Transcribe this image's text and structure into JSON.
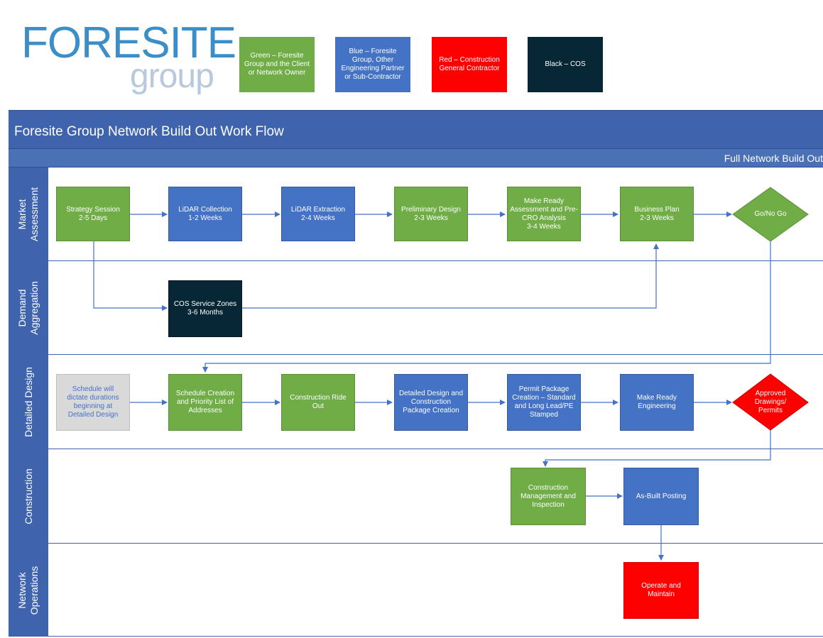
{
  "logo": {
    "main": "FORESITE",
    "sub": "group"
  },
  "legend": [
    {
      "label": "Green – Foresite Group and the Client or Network Owner",
      "color": "#70ad47"
    },
    {
      "label": "Blue – Foresite Group, Other Engineering Partner or Sub-Contractor",
      "color": "#4472c4"
    },
    {
      "label": "Red – Construction General Contractor",
      "color": "#ff0000"
    },
    {
      "label": "Black – COS",
      "color": "#082736"
    }
  ],
  "header": {
    "title": "Foresite Group Network Build Out Work Flow",
    "phase": "Full Network Build Out"
  },
  "lanes": [
    {
      "label": "Market\nAssessment"
    },
    {
      "label": "Demand\nAggregation"
    },
    {
      "label": "Detailed Design"
    },
    {
      "label": "Construction"
    },
    {
      "label": "Network\nOperations"
    }
  ],
  "steps": {
    "strategy": "Strategy Session\n2-5 Days",
    "lidar_collection": "LiDAR Collection\n1-2 Weeks",
    "lidar_extraction": "LiDAR Extraction\n2-4 Weeks",
    "preliminary_design": "Preliminary Design\n2-3 Weeks",
    "make_ready_assessment": "Make Ready\nAssessment and Pre-\nCRO Analysis\n3-4 Weeks",
    "business_plan": "Business Plan\n2-3 Weeks",
    "go_no_go": "Go/No Go",
    "cos_service_zones": "COS Service Zones\n3-6 Months",
    "schedule_note": "Schedule will\ndictate durations\nbeginning at\nDetailed Design",
    "schedule_creation": "Schedule Creation\nand Priority List of\nAddresses",
    "construction_ride_out": "Construction Ride\nOut",
    "detailed_design": "Detailed Design and\nConstruction\nPackage Creation",
    "permit_package": "Permit Package\nCreation – Standard\nand Long Lead/PE\nStamped",
    "make_ready_engineering": "Make Ready\nEngineering",
    "approved_drawings": "Approved\nDrawings/\nPermits",
    "construction_management": "Construction\nManagement and\nInspection",
    "as_built": "As-Built Posting",
    "operate_maintain": "Operate and\nMaintain"
  }
}
